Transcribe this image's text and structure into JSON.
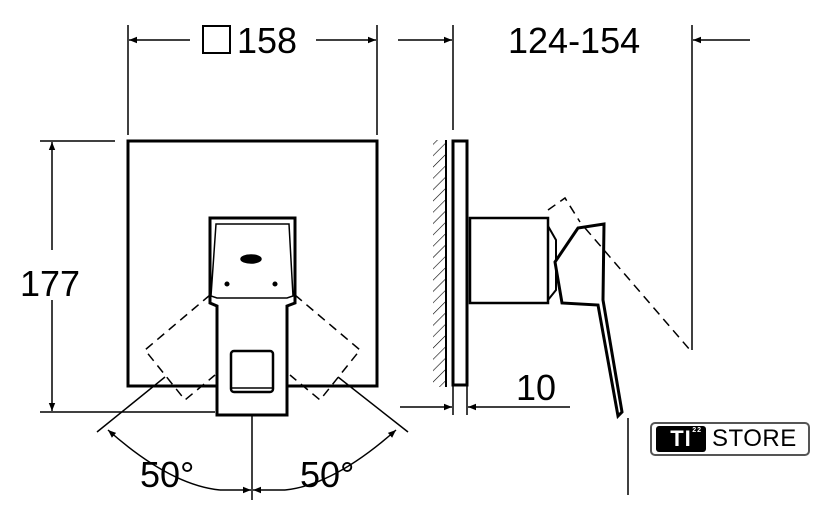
{
  "dimensions": {
    "width_symbol": "□",
    "width": "158",
    "depth_range": "124-154",
    "height": "177",
    "plate_offset": "10",
    "angle_left": "50°",
    "angle_right": "50°"
  },
  "logo": {
    "mark": "TI",
    "superscript": "22",
    "name": "STORE"
  }
}
